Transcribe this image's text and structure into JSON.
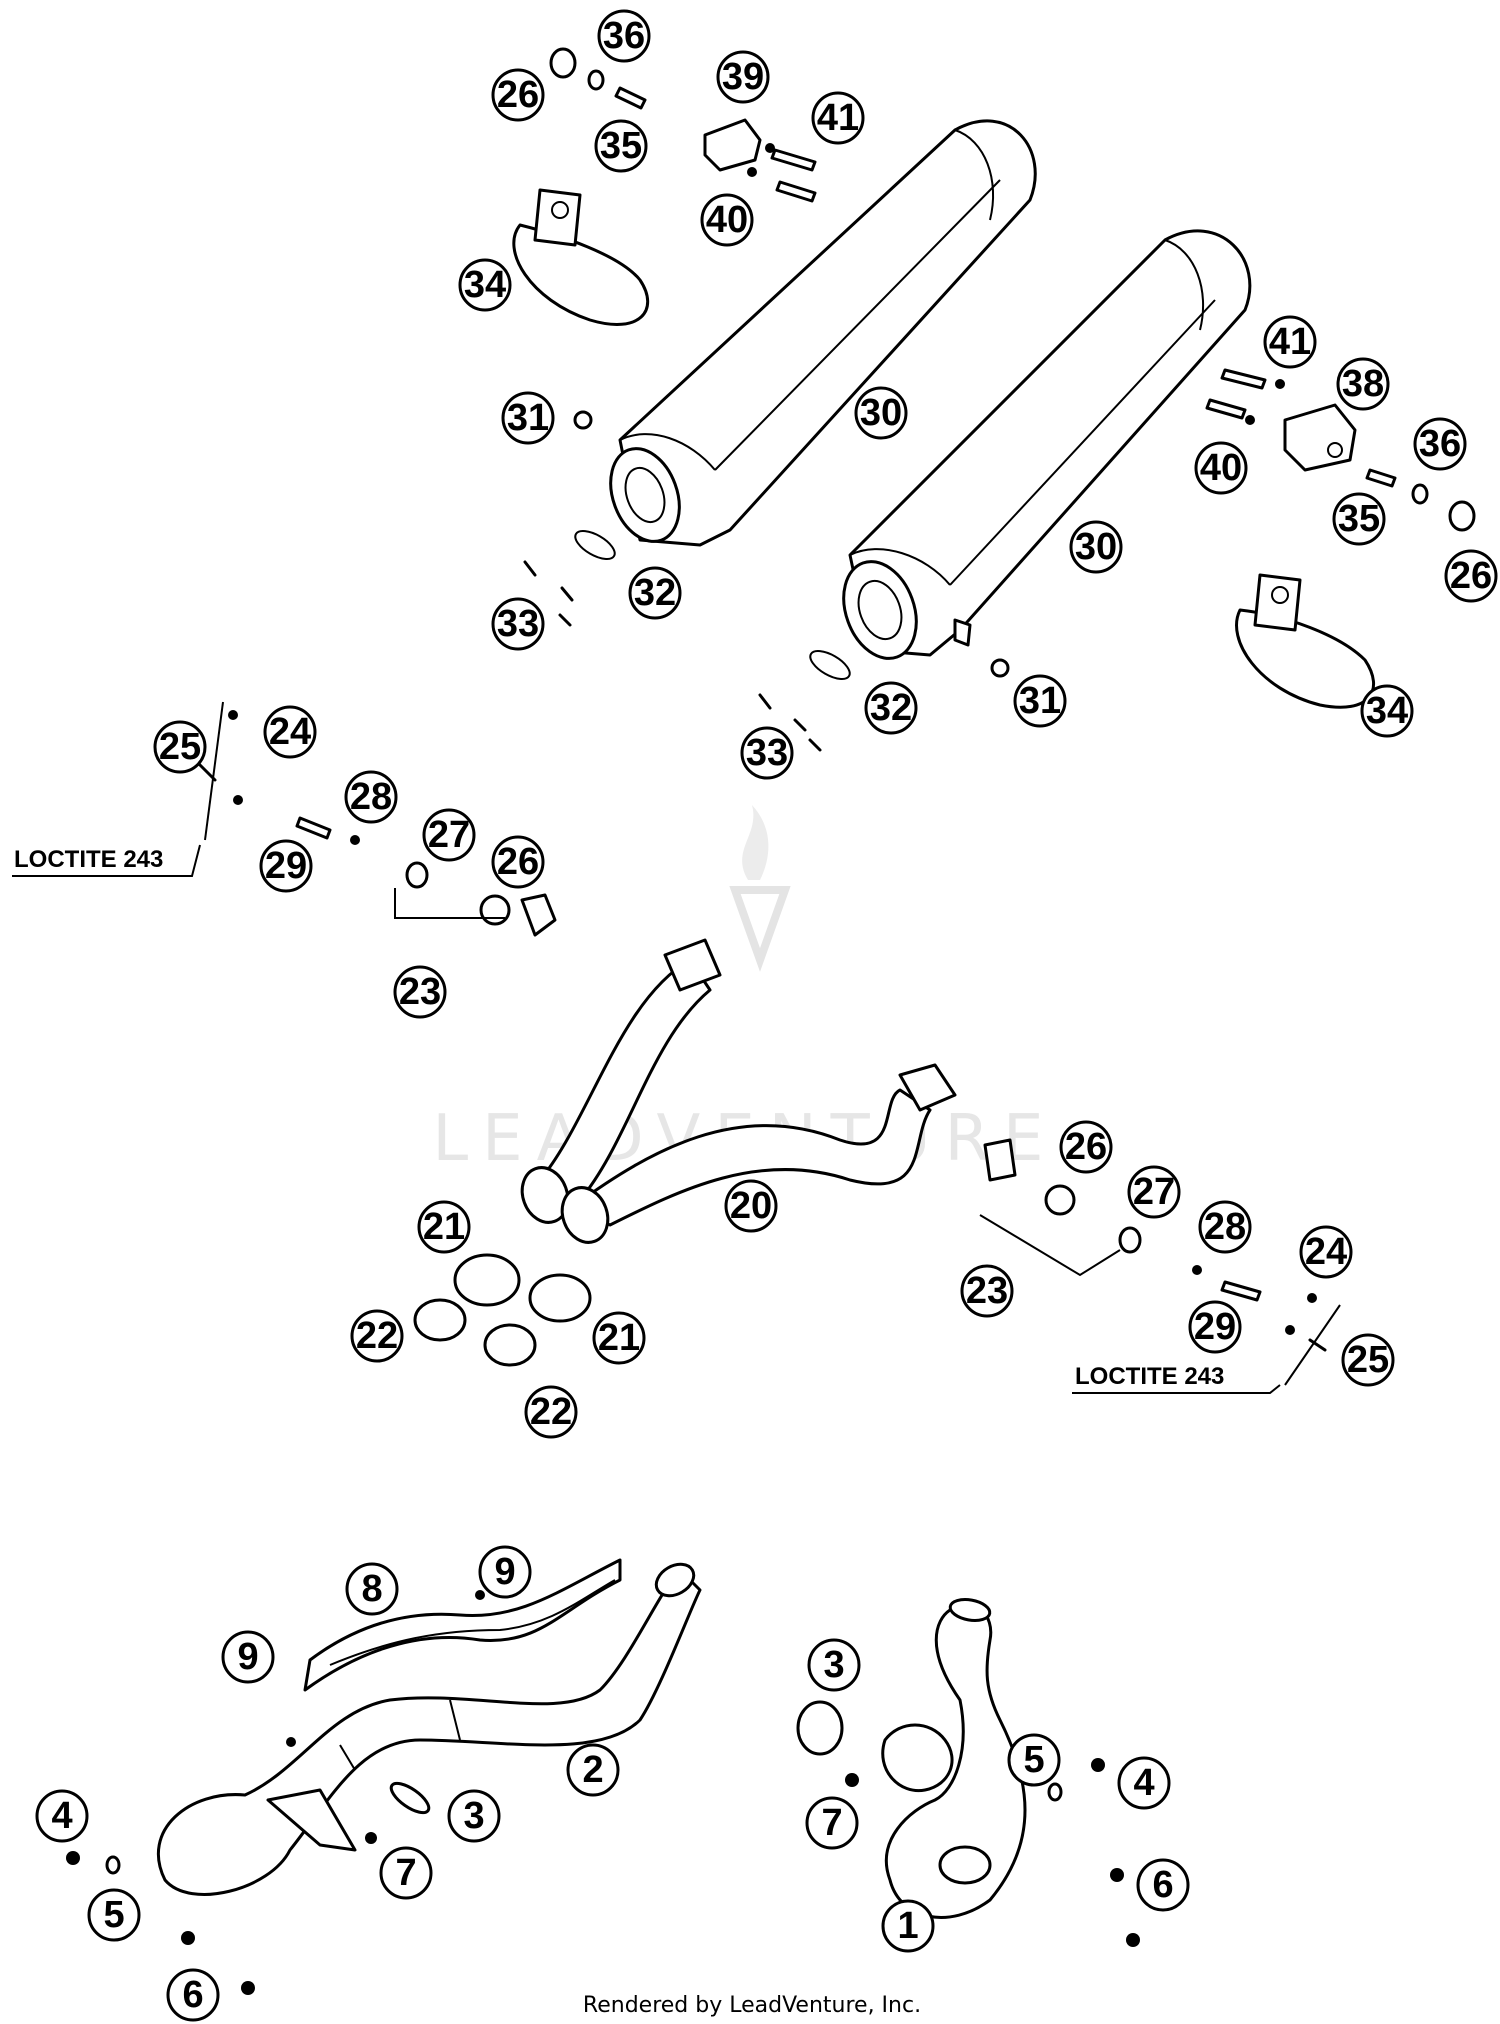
{
  "watermark": "LEADVENTURE",
  "notes": {
    "loctite_left": "LOCTITE 243",
    "loctite_right": "LOCTITE 243"
  },
  "footer": "Rendered by LeadVenture, Inc.",
  "callouts": [
    {
      "id": "c36a",
      "label": "36"
    },
    {
      "id": "c26a",
      "label": "26"
    },
    {
      "id": "c35a",
      "label": "35"
    },
    {
      "id": "c39",
      "label": "39"
    },
    {
      "id": "c41a",
      "label": "41"
    },
    {
      "id": "c40a",
      "label": "40"
    },
    {
      "id": "c34a",
      "label": "34"
    },
    {
      "id": "c31a",
      "label": "31"
    },
    {
      "id": "c30a",
      "label": "30"
    },
    {
      "id": "c33a",
      "label": "33"
    },
    {
      "id": "c32a",
      "label": "32"
    },
    {
      "id": "c41b",
      "label": "41"
    },
    {
      "id": "c38",
      "label": "38"
    },
    {
      "id": "c40b",
      "label": "40"
    },
    {
      "id": "c36b",
      "label": "36"
    },
    {
      "id": "c35b",
      "label": "35"
    },
    {
      "id": "c30b",
      "label": "30"
    },
    {
      "id": "c26b",
      "label": "26"
    },
    {
      "id": "c34b",
      "label": "34"
    },
    {
      "id": "c31b",
      "label": "31"
    },
    {
      "id": "c32b",
      "label": "32"
    },
    {
      "id": "c33b",
      "label": "33"
    },
    {
      "id": "c25a",
      "label": "25"
    },
    {
      "id": "c24a",
      "label": "24"
    },
    {
      "id": "c28a",
      "label": "28"
    },
    {
      "id": "c29a",
      "label": "29"
    },
    {
      "id": "c27a",
      "label": "27"
    },
    {
      "id": "c26c",
      "label": "26"
    },
    {
      "id": "c23a",
      "label": "23"
    },
    {
      "id": "c20",
      "label": "20"
    },
    {
      "id": "c26d",
      "label": "26"
    },
    {
      "id": "c27b",
      "label": "27"
    },
    {
      "id": "c28b",
      "label": "28"
    },
    {
      "id": "c24b",
      "label": "24"
    },
    {
      "id": "c23b",
      "label": "23"
    },
    {
      "id": "c29b",
      "label": "29"
    },
    {
      "id": "c25b",
      "label": "25"
    },
    {
      "id": "c21a",
      "label": "21"
    },
    {
      "id": "c22a",
      "label": "22"
    },
    {
      "id": "c21b",
      "label": "21"
    },
    {
      "id": "c22b",
      "label": "22"
    },
    {
      "id": "c9a",
      "label": "9"
    },
    {
      "id": "c8",
      "label": "8"
    },
    {
      "id": "c9b",
      "label": "9"
    },
    {
      "id": "c2",
      "label": "2"
    },
    {
      "id": "c3a",
      "label": "3"
    },
    {
      "id": "c7a",
      "label": "7"
    },
    {
      "id": "c4a",
      "label": "4"
    },
    {
      "id": "c5a",
      "label": "5"
    },
    {
      "id": "c6a",
      "label": "6"
    },
    {
      "id": "c3b",
      "label": "3"
    },
    {
      "id": "c5b",
      "label": "5"
    },
    {
      "id": "c4b",
      "label": "4"
    },
    {
      "id": "c7b",
      "label": "7"
    },
    {
      "id": "c6b",
      "label": "6"
    },
    {
      "id": "c1",
      "label": "1"
    }
  ]
}
